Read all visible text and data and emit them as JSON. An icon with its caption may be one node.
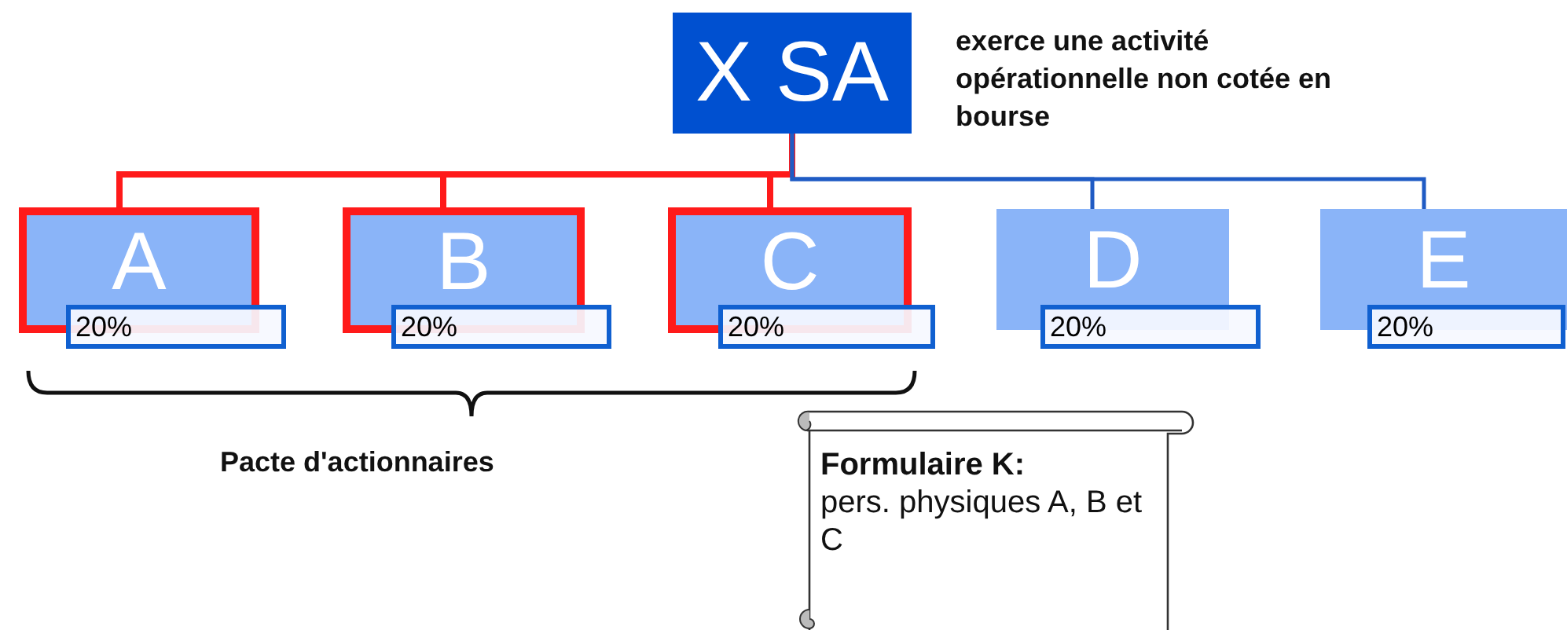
{
  "diagram": {
    "nodes": [
      {
        "text": [
          "X SA"
        ],
        "beside": [
          "exerce une activité opérationnelle non cotée en bourse"
        ]
      },
      {
        "text": [
          "A"
        ]
      },
      {
        "text": [
          "B"
        ]
      },
      {
        "text": [
          "C"
        ]
      },
      {
        "text": [
          "D"
        ]
      },
      {
        "text": [
          "E"
        ]
      },
      {
        "text": [
          "20%"
        ]
      },
      {
        "text": [
          "20%"
        ]
      },
      {
        "text": [
          "20%"
        ]
      },
      {
        "text": [
          "20%"
        ]
      },
      {
        "text": [
          "20%"
        ]
      },
      {
        "text": [
          "Formulaire K:",
          "pers. physiques A, B et C"
        ]
      }
    ],
    "edges": [
      {
        "from": 0,
        "to": 1,
        "arrow": "none"
      },
      {
        "from": 0,
        "to": 2,
        "arrow": "none"
      },
      {
        "from": 0,
        "to": 3,
        "arrow": "none"
      },
      {
        "from": 0,
        "to": 4,
        "arrow": "none",
        "color": "#1f5bc4"
      },
      {
        "from": 0,
        "to": 5,
        "arrow": "none",
        "color": "#1f5bc4"
      }
    ],
    "labels": [
      "Pacte d'actionnaires"
    ]
  }
}
